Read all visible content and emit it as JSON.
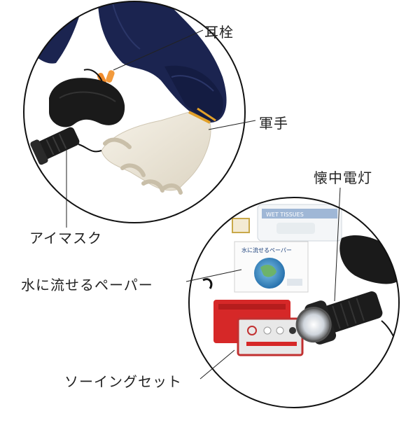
{
  "labels": {
    "earplug": "耳栓",
    "gloves": "軍手",
    "flashlight": "懐中電灯",
    "eye_mask": "アイマスク",
    "flushable_paper": "水に流せるペーパー",
    "sewing_set": "ソーイングセット"
  },
  "package_text": {
    "wet_tissues": "WET TISSUES",
    "paper_pack": "水に流せるペーパー"
  },
  "colors": {
    "circle_border": "#111111",
    "navy_fabric": "#1b2450",
    "glove": "#efe9dc",
    "glove_trim": "#e2a12a",
    "earplug": "#f08a2a",
    "mask": "#1a1a1a",
    "flashlight": "#1c1c1c",
    "sewing_case": "#d62828"
  }
}
